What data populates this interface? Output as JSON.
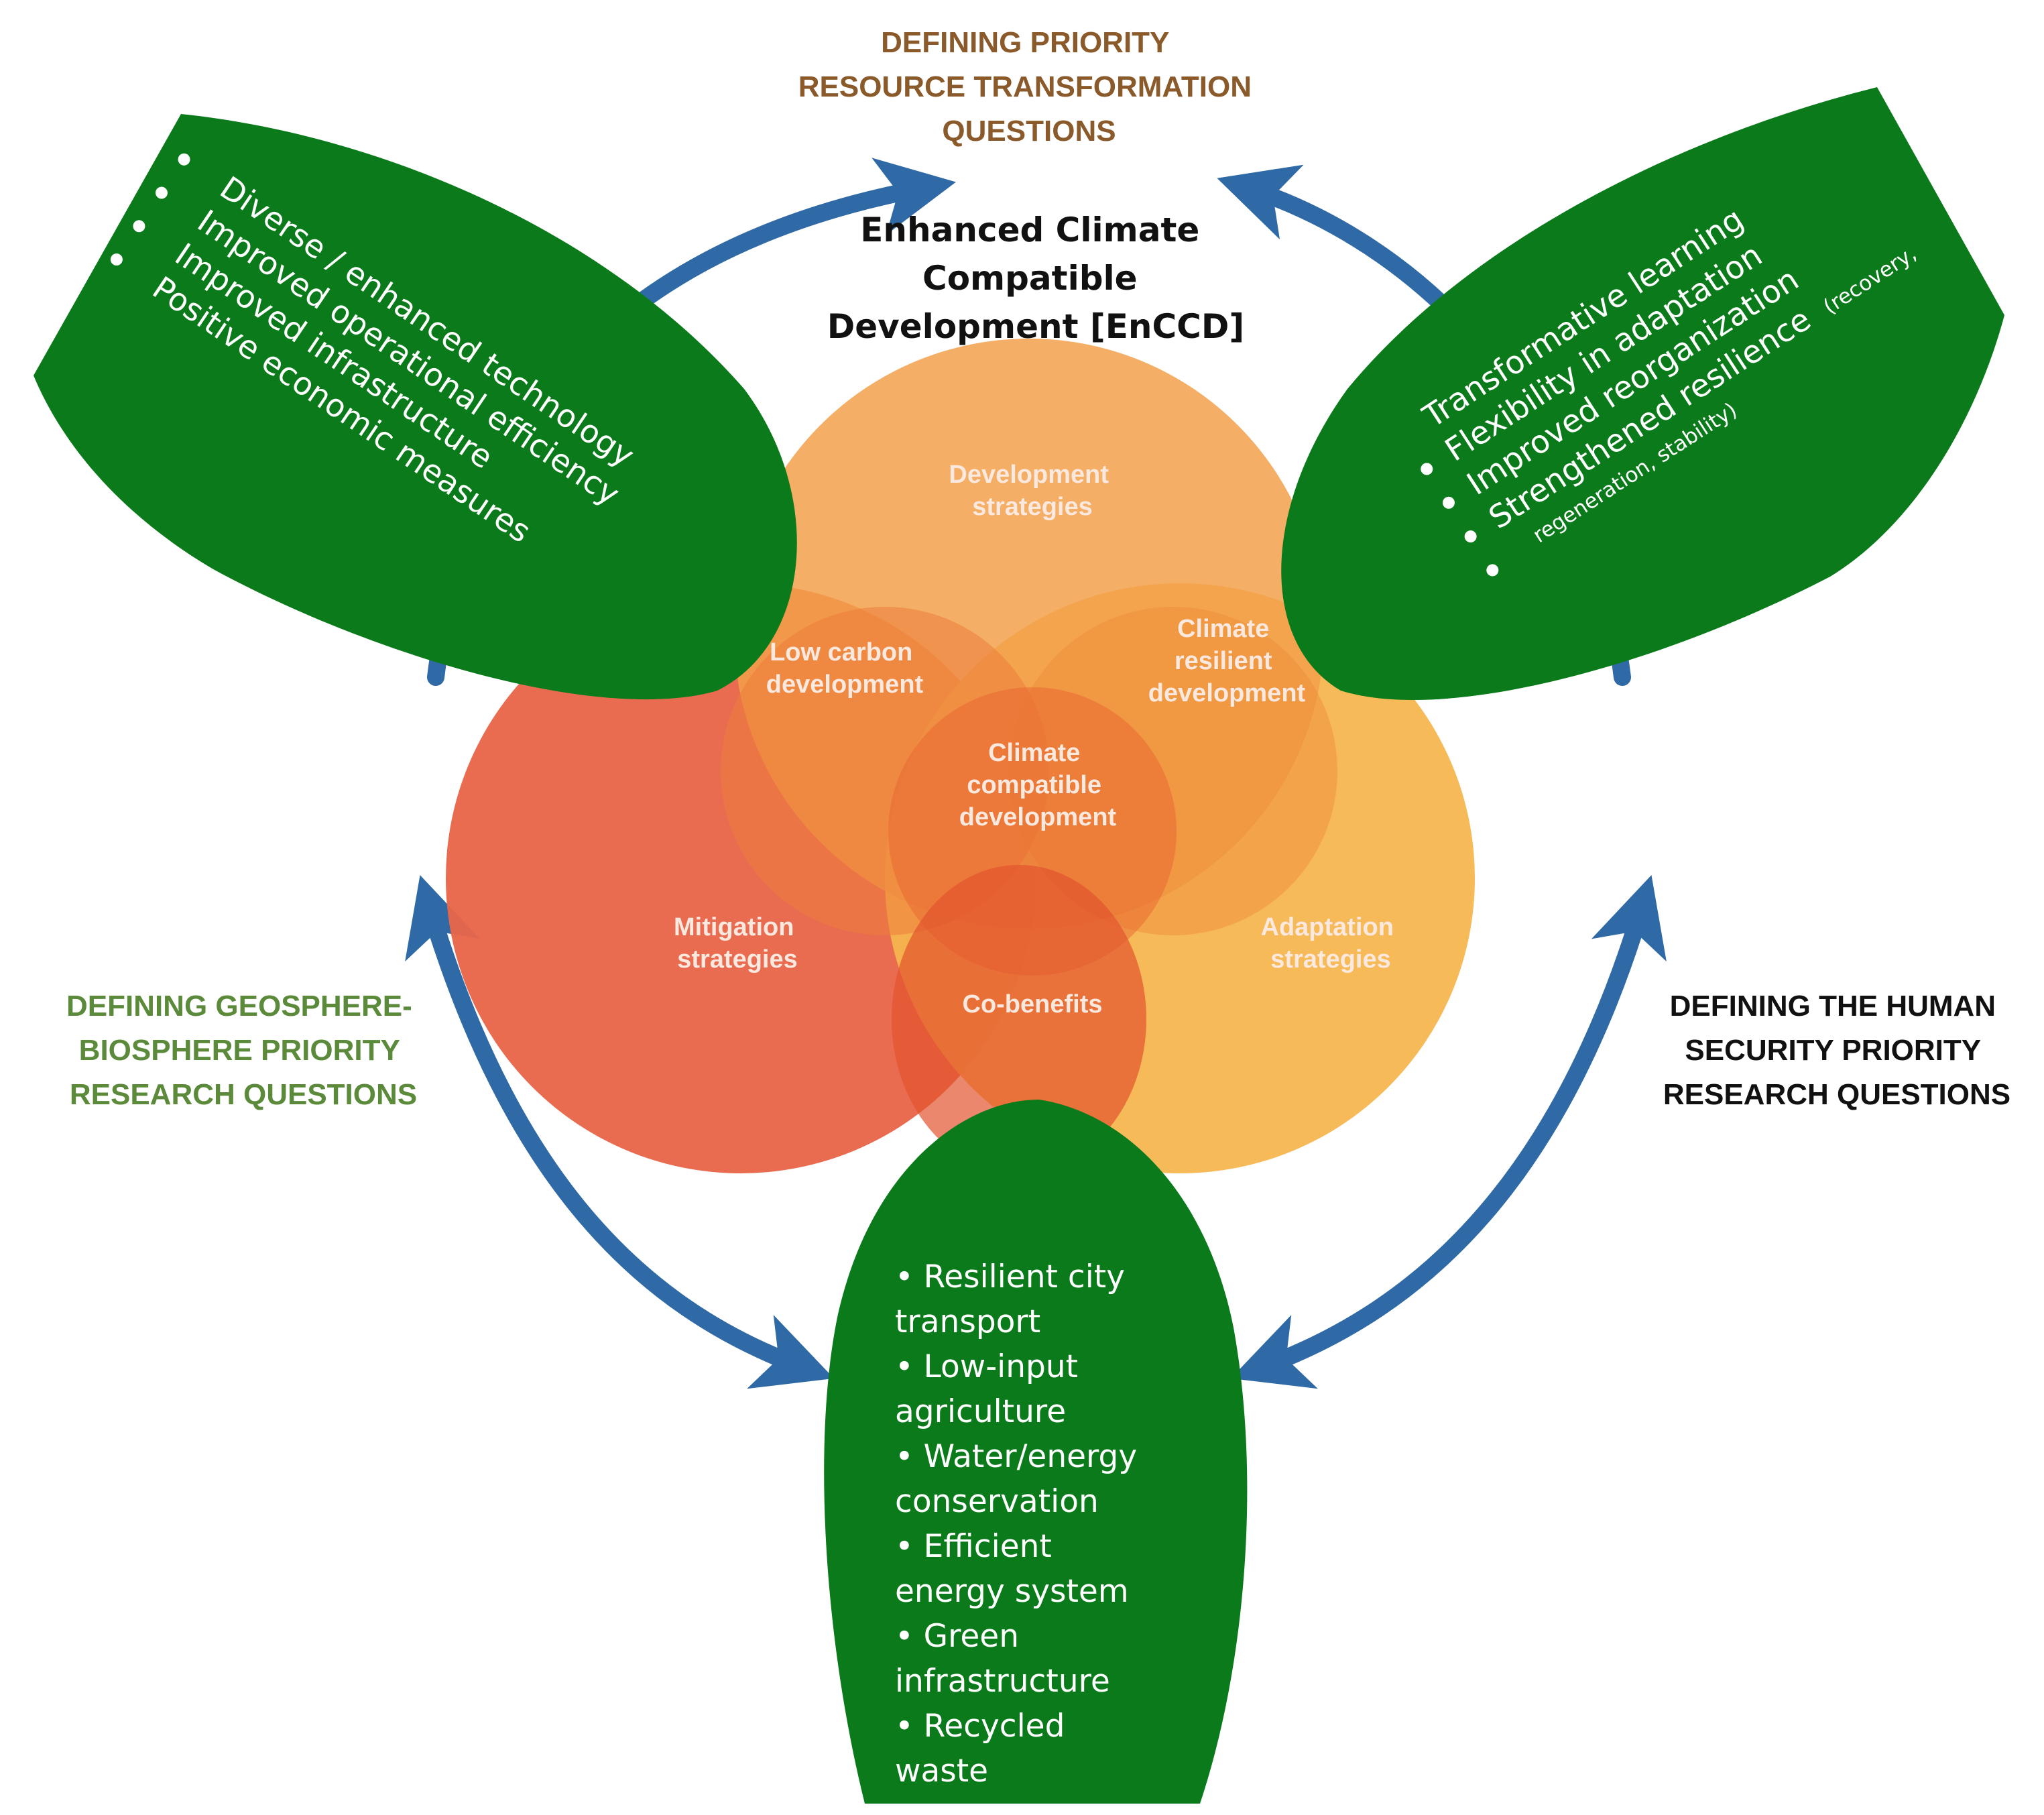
{
  "header_top": [
    "DEFINING PRIORITY",
    "RESOURCE TRANSFORMATION",
    "QUESTIONS"
  ],
  "header_left": [
    "DEFINING GEOSPHERE-",
    "BIOSPHERE PRIORITY",
    "RESEARCH QUESTIONS"
  ],
  "header_right": [
    "DEFINING THE HUMAN",
    "SECURITY   PRIORITY",
    "RESEARCH QUESTIONS"
  ],
  "title_lines": [
    "Enhanced Climate",
    "Compatible",
    "Development [EnCCD]"
  ],
  "venn": {
    "development": [
      "Development",
      "strategies"
    ],
    "low_carbon": [
      "Low carbon",
      "development"
    ],
    "climate_resilient": [
      "Climate",
      "resilient",
      "development"
    ],
    "climate_compatible": [
      "Climate",
      "compatible",
      "development"
    ],
    "mitigation": [
      "Mitigation",
      "strategies"
    ],
    "adaptation": [
      "Adaptation",
      "strategies"
    ],
    "co_benefits": "Co-benefits"
  },
  "left_leaf_items": [
    "Diverse / enhanced technology",
    "Improved operational efficiency",
    "Improved infrastructure",
    "Positive economic measures"
  ],
  "right_leaf_items": [
    "Transformative learning",
    "Flexibility in adaptation",
    "Improved reorganization",
    "Strengthened resilience"
  ],
  "right_leaf_note_a": "(recovery,",
  "right_leaf_note_b": "regeneration, stability)",
  "bottom_leaf_lines": [
    "•  Resilient city",
    "transport",
    "•  Low-input",
    "agriculture",
    "•  Water/energy",
    "conservation",
    "•  Efficient",
    "energy system",
    "•  Green",
    "infrastructure",
    "•  Recycled",
    "waste"
  ],
  "colors": {
    "leaf_green": "#0a7a1a",
    "arrow_blue": "#2f6aa6",
    "header_top": "#8b5a2b",
    "header_left": "#5a8a3a",
    "header_right": "#111111",
    "circle_top": "#f2a04a",
    "circle_left": "#e8664a",
    "circle_right": "#f5b64e"
  }
}
